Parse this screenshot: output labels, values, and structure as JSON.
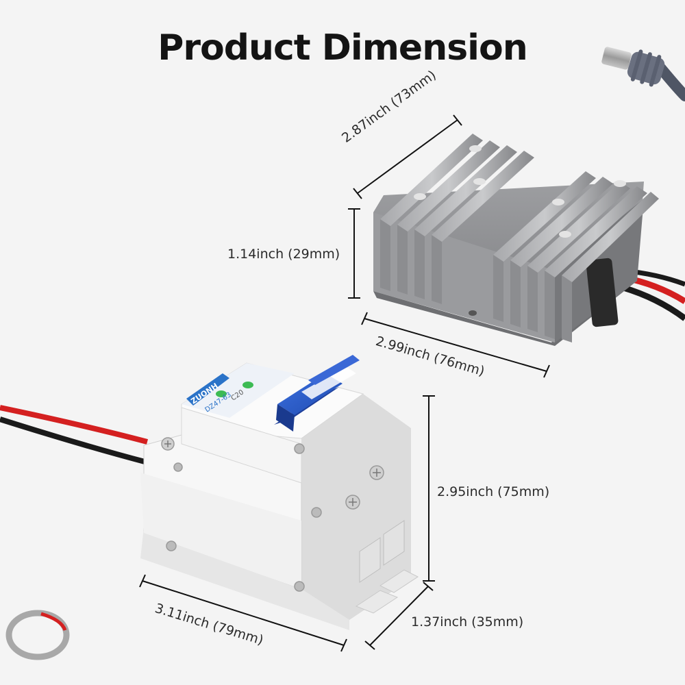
{
  "title": "Product Dimension",
  "products": {
    "converter": {
      "dimensions": {
        "depth": "2.87inch (73mm)",
        "height": "1.14inch (29mm)",
        "width": "2.99inch (76mm)"
      },
      "cable_colors": [
        "#d42020",
        "#1a1a1a"
      ]
    },
    "breaker": {
      "brand": "ZUONH",
      "model": "DZ47-63",
      "rating": "C20",
      "dimensions": {
        "height": "2.95inch (75mm)",
        "length": "3.11inch (79mm)",
        "depth": "1.37inch (35mm)"
      },
      "toggle_color": "#2d5fd0",
      "cable_colors": [
        "#d42020",
        "#1a1a1a"
      ]
    }
  },
  "colors": {
    "background": "#f4f4f4",
    "heatsink": "#8e8f92",
    "breaker_body": "#f7f7f7",
    "brand_badge": "#2b73c8"
  }
}
